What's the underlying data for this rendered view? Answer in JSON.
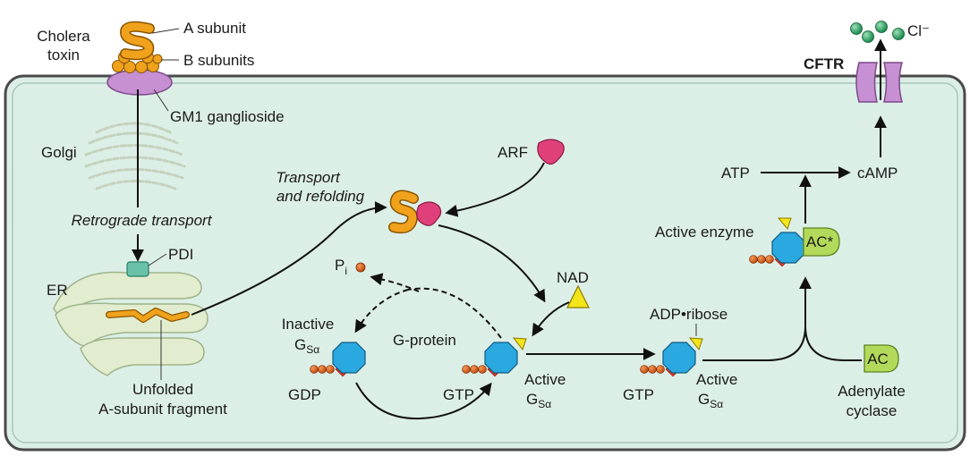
{
  "labels": {
    "cholera_toxin_line1": "Cholera",
    "cholera_toxin_line2": "toxin",
    "a_subunit": "A subunit",
    "b_subunits": "B subunits",
    "gm1": "GM1 ganglioside",
    "golgi": "Golgi",
    "retrograde": "Retrograde transport",
    "pdi": "PDI",
    "er": "ER",
    "unfolded_line1": "Unfolded",
    "unfolded_line2": "A-subunit fragment",
    "transport_line1": "Transport",
    "transport_line2": "and refolding",
    "arf": "ARF",
    "pi_main": "P",
    "pi_sub": "i",
    "nad": "NAD",
    "inactive": "Inactive",
    "g_main": "G",
    "g_sub": "Sα",
    "gprotein": "G-protein",
    "gdp": "GDP",
    "gtp1": "GTP",
    "active1": "Active",
    "gtp2": "GTP",
    "active2": "Active",
    "adp_ribose": "ADP•ribose",
    "ac": "AC",
    "ac_star": "AC*",
    "adenylate_line1": "Adenylate",
    "adenylate_line2": "cyclase",
    "active_enzyme": "Active enzyme",
    "atp": "ATP",
    "camp": "cAMP",
    "cftr": "CFTR",
    "cl": "Cl⁻"
  },
  "colors": {
    "cell_fill": "#dcefe7",
    "cell_border": "#4a4a4a",
    "toxin_orange": "#f0a21c",
    "gm1_purple": "#c690d2",
    "arf_pink": "#e0407a",
    "gprotein_blue": "#2aa8e0",
    "red_diamond": "#e2341e",
    "bead_orange": "#d96020",
    "nad_yellow": "#f4e41a",
    "ac_green": "#b3d95a",
    "er_green": "#e2eccf",
    "pdi_teal": "#68c1a8",
    "cl_green": "#1e9c5a",
    "cftr_purple": "#c690d2"
  }
}
